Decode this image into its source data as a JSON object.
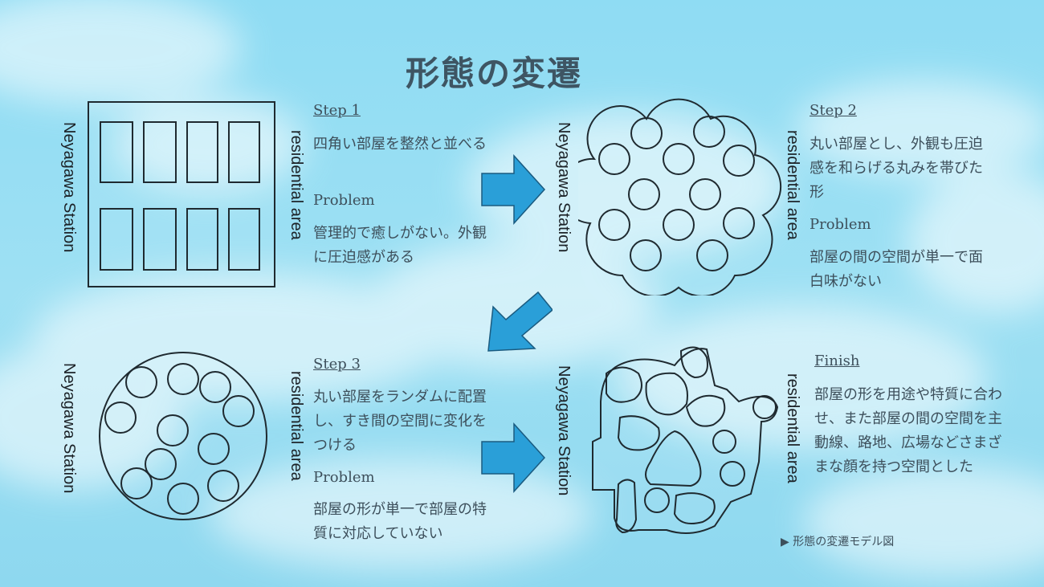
{
  "title": "形態の変遷",
  "steps": [
    {
      "heading": "Step 1",
      "description": "四角い部屋を整然と並べる",
      "problem_label": "Problem",
      "problem": "管理的で癒しがない。外観に圧迫感がある",
      "left_label": "Neyagawa Station",
      "right_label": "residential area"
    },
    {
      "heading": "Step 2",
      "description": "丸い部屋とし、外観も圧迫感を和らげる丸みを帯びた形",
      "problem_label": "Problem",
      "problem": "部屋の間の空間が単一で面白味がない",
      "left_label": "Neyagawa Station",
      "right_label": "residential area"
    },
    {
      "heading": "Step 3",
      "description": "丸い部屋をランダムに配置し、すき間の空間に変化をつける",
      "problem_label": "Problem",
      "problem": "部屋の形が単一で部屋の特質に対応していない",
      "left_label": "Neyagawa Station",
      "right_label": "residential area"
    },
    {
      "heading": "Finish",
      "description": "部屋の形を用途や特質に合わせ、また部屋の間の空間を主動線、路地、広場などさまざまな顔を持つ空間とした",
      "left_label": "Neyagawa Station",
      "right_label": "residential area"
    }
  ],
  "caption": "▶ 形態の変遷モデル図",
  "colors": {
    "arrow": "#2a9fd8",
    "stroke": "#1f2a30",
    "sky": "#7fd3ef"
  }
}
